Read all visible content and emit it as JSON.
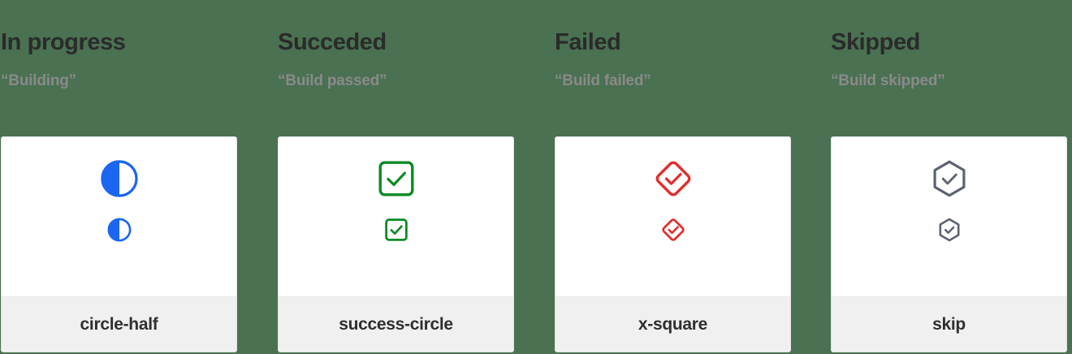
{
  "page": {
    "background_color": "#4a7151",
    "card_background": "#ffffff",
    "card_footer_background": "#f0f0f0",
    "heading_color": "#2b2b2b",
    "subheading_color": "#8a8a8a",
    "footer_label_color": "#2f2f2f"
  },
  "columns": [
    {
      "heading": "In progress",
      "subheading": "“Building”",
      "icon_name": "circle-half-icon",
      "icon_label": "circle-half",
      "icon_color": "#1a66f0"
    },
    {
      "heading": "Succeded",
      "subheading": "“Build passed”",
      "icon_name": "success-circle-icon",
      "icon_label": "success-circle",
      "icon_color": "#0a8a23"
    },
    {
      "heading": "Failed",
      "subheading": "“Build failed”",
      "icon_name": "x-square-icon",
      "icon_label": "x-square",
      "icon_color": "#e22d2d"
    },
    {
      "heading": "Skipped",
      "subheading": "“Build skipped”",
      "icon_name": "skip-icon",
      "icon_label": "skip",
      "icon_color": "#5c6370"
    }
  ]
}
